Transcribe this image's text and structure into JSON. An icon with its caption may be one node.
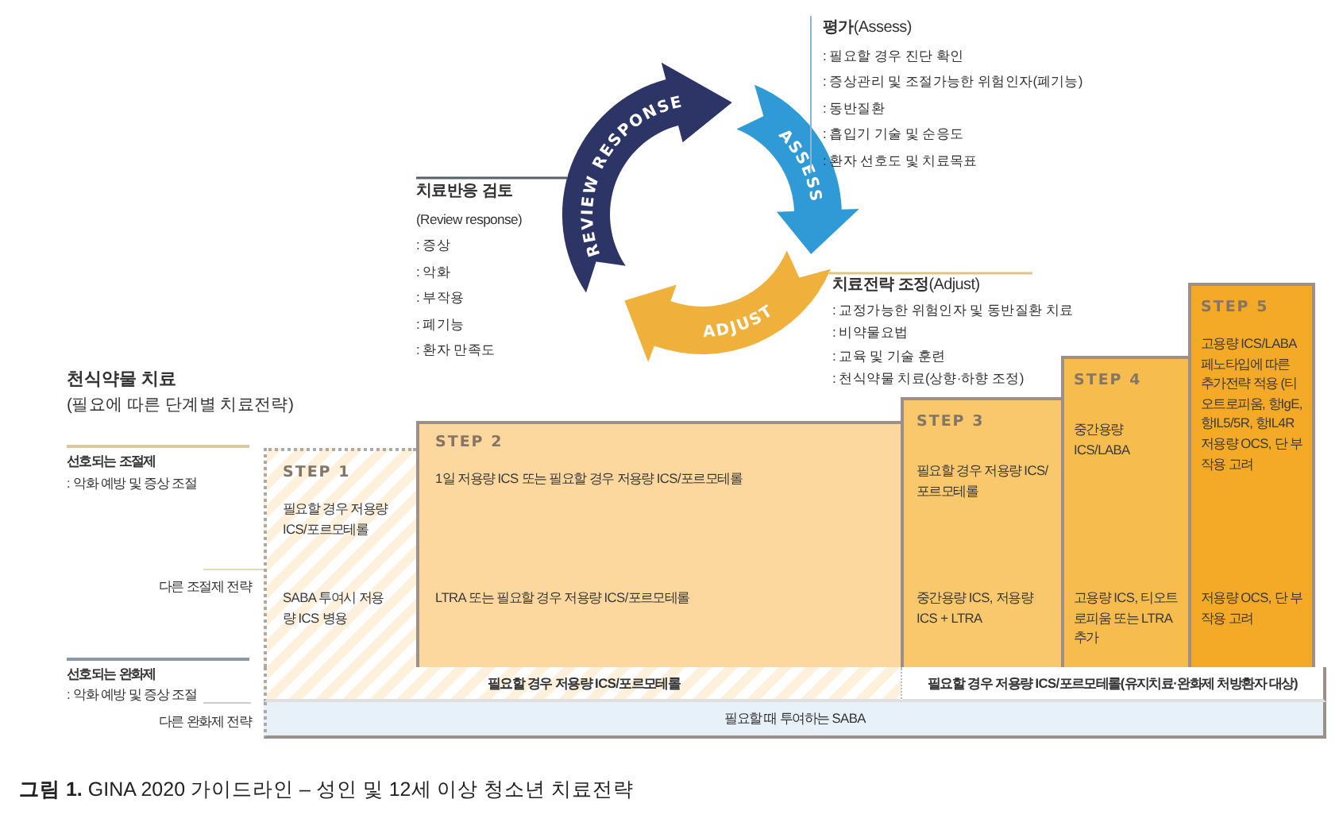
{
  "diagram": {
    "caption": "**그림 1.** GINA 2020 가이드라인 – 성인 및 12세 이상 청소년 치료전략",
    "nodes": [
      {
        "text": [
          "REVIEW RESPONSE"
        ]
      },
      {
        "text": [
          "ASSESS"
        ]
      },
      {
        "text": [
          "ADJUST"
        ]
      },
      {
        "text": [
          "**평가**(Assess)",
          ": 필요할 경우 진단 확인",
          ": 증상관리 및 조절가능한 위험인자(폐기능)",
          ": 동반질환",
          ": 흡입기 기술 및 순응도",
          ": 환자 선호도 및 치료목표"
        ]
      },
      {
        "text": [
          "치료반응 검토",
          "(Review response)",
          ": 증상",
          ": 악화",
          ": 부작용",
          ": 폐기능",
          ": 환자 만족도"
        ]
      },
      {
        "text": [
          "**치료전략 조정**(Adjust)",
          ": 교정가능한 위험인자 및 동반질환 치료",
          ": 비약물요법",
          ": 교육 및 기술 훈련",
          ": 천식약물 치료(상향·하향 조정)"
        ]
      },
      {
        "text": [
          "STEP 1",
          "필요할 경우 저용량 ICS/포르모테롤",
          "SABA 투여시 저용량 ICS 병용"
        ]
      },
      {
        "text": [
          "STEP 2",
          "1일 저용량 ICS 또는 필요할 경우 저용량 ICS/포르모테롤",
          "LTRA 또는 필요할 경우 저용량 ICS/포르모테롤"
        ]
      },
      {
        "text": [
          "STEP 3",
          "필요할 경우 저용량 ICS/포르모테롤",
          "중간용량 ICS, 저용량 ICS + LTRA"
        ]
      },
      {
        "text": [
          "STEP 4",
          "중간용량 ICS/LABA",
          "고용량 ICS, 티오트로피움 또는 LTRA 추가"
        ]
      },
      {
        "text": [
          "STEP 5",
          "고용량 ICS/LABA 페노타입에 따른 추가전략 적용 (티오트로피움, 항IgE, 항IL5/5R, 항IL4R 저용량 OCS, 단 부작용 고려",
          "저용량 OCS, 단 부작용 고려"
        ]
      },
      {
        "text": [
          "필요할 경우 저용량 ICS/포르모테롤"
        ]
      },
      {
        "text": [
          "필요할 경우 저용량 ICS/포르모테롤(유지치료·완화제 처방환자 대상)"
        ]
      },
      {
        "text": [
          "필요할 때 투여하는 SABA"
        ]
      }
    ],
    "edges": [
      {
        "from": 4,
        "to": 0,
        "arrow": "none"
      },
      {
        "from": 5,
        "to": 2,
        "arrow": "none",
        "color": "#e0c58a"
      }
    ],
    "labels": [
      "천식약물 치료",
      "(필요에 따른 단계별 치료전략)",
      "선호되는 조절제",
      ": 악화 예방 및 증상 조절",
      "다른 조절제 전략",
      "선호되는 완화제",
      ": 악화 예방 및 증상 조절",
      "다른 완화제 전략"
    ]
  }
}
